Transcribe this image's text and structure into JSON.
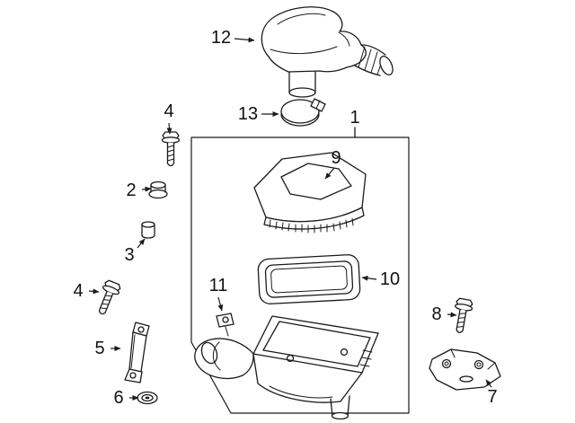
{
  "colors": {
    "background": "#ffffff",
    "line": "#1a1a1a",
    "label_text": "#111111"
  },
  "callouts": {
    "c1": {
      "label": "1"
    },
    "c2": {
      "label": "2"
    },
    "c3": {
      "label": "3"
    },
    "c4a": {
      "label": "4"
    },
    "c4b": {
      "label": "4"
    },
    "c5": {
      "label": "5"
    },
    "c6": {
      "label": "6"
    },
    "c7": {
      "label": "7"
    },
    "c8": {
      "label": "8"
    },
    "c9": {
      "label": "9"
    },
    "c10": {
      "label": "10"
    },
    "c11": {
      "label": "11"
    },
    "c12": {
      "label": "12"
    },
    "c13": {
      "label": "13"
    }
  },
  "parts": {
    "c1": "air-cleaner-assembly-outline",
    "c2": "grommet",
    "c3": "spacer-bushing",
    "c4a": "flange-bolt",
    "c4b": "flange-bolt",
    "c5": "mounting-bracket",
    "c6": "flange-nut",
    "c7": "support-bracket",
    "c8": "flange-bolt",
    "c9": "air-cleaner-upper-cover",
    "c10": "air-filter-element",
    "c11": "lower-housing-resonator",
    "c12": "air-intake-duct",
    "c13": "hose-clamp"
  }
}
